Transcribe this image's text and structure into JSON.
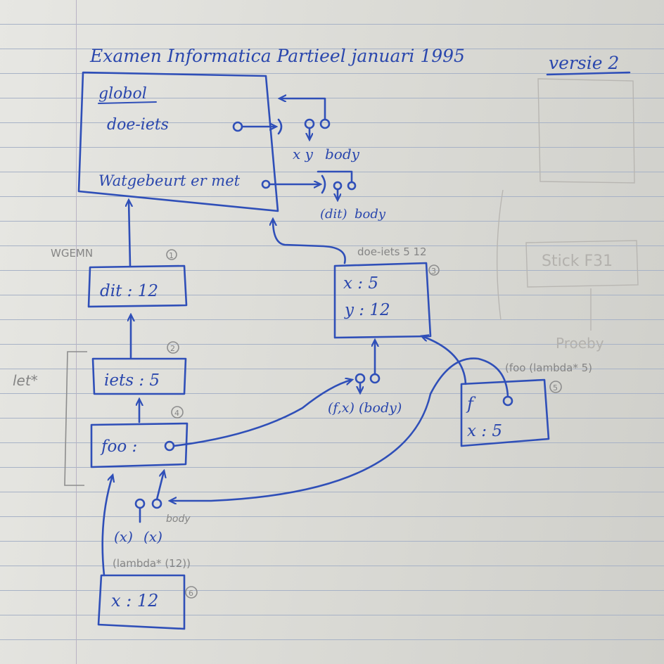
{
  "header": {
    "title": "Examen Informatica Partieel januari 1995",
    "version": "versie 2"
  },
  "global_frame": {
    "label": "globol",
    "binding_1": "doe-iets",
    "binding_2": "Watgebeurt er met"
  },
  "closures": {
    "doe_iets_params": "x y",
    "doe_iets_body": "body",
    "wat_params": "(dit)",
    "wat_body": "body",
    "foo_closure": "(f,x) (body)",
    "lambda_closure_left": "(x)",
    "lambda_closure_right": "(x)",
    "lambda_body": "body"
  },
  "frames": {
    "f1": {
      "label": "WGEMN",
      "number": "1",
      "binding": "dit : 12"
    },
    "f2": {
      "number": "2",
      "binding": "iets : 5"
    },
    "f3": {
      "caption": "doe-iets 5 12",
      "number": "3",
      "binding_x": "x : 5",
      "binding_y": "y : 12"
    },
    "f4": {
      "number": "4",
      "binding": "foo :"
    },
    "f5": {
      "caption": "(foo (lambda* 5)",
      "number": "5",
      "binding_f": "f",
      "binding_x": "x : 5"
    },
    "f6": {
      "caption": "(lambda* (12))",
      "number": "6",
      "binding": "x : 12"
    }
  },
  "let_label": "let*",
  "ghost_text": {
    "sketch_1": "Stick F31",
    "sketch_2": "Proeby"
  }
}
